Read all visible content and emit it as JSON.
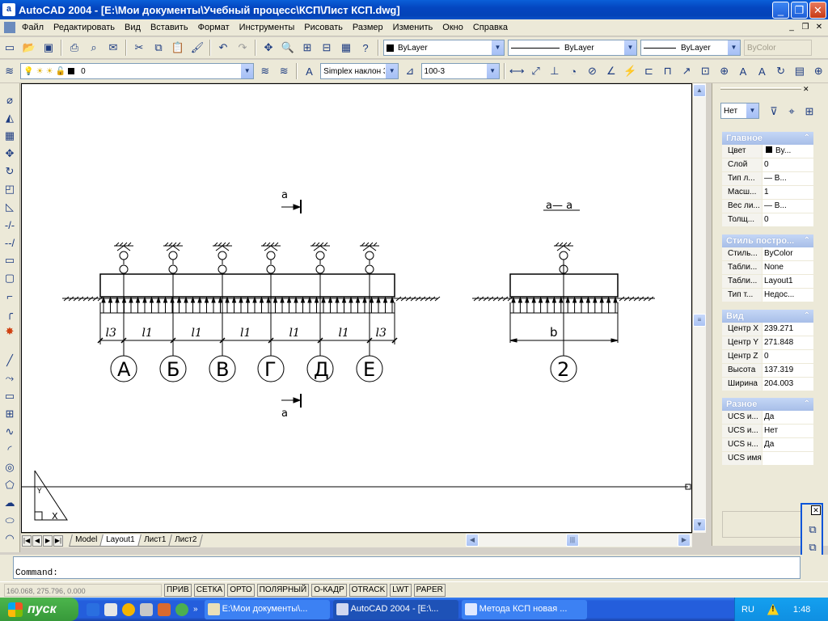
{
  "window": {
    "title": "AutoCAD 2004 - [E:\\Мои документы\\Учебный процесс\\КСП\\Лист КСП.dwg]",
    "app_icon": "a"
  },
  "menu": [
    "Файл",
    "Редактировать",
    "Вид",
    "Вставить",
    "Формат",
    "Инструменты",
    "Рисовать",
    "Размер",
    "Изменить",
    "Окно",
    "Справка"
  ],
  "standard_toolbar": {
    "color_combo": "ByLayer",
    "linetype_combo": "ByLayer",
    "lineweight_combo": "ByLayer",
    "plotstyle_combo": "ByColor"
  },
  "layers_toolbar": {
    "layer_combo": "0",
    "textstyle_combo": "Simplex наклон 3",
    "dimstyle_combo": "100-3"
  },
  "drawing": {
    "section_mark": "а",
    "section_mark_top": "а",
    "section_mark_bottom": "а",
    "section_label_right": "а— а",
    "dim_labels": [
      "l3",
      "l1",
      "l1",
      "l1",
      "l1",
      "l1",
      "l3"
    ],
    "dim_b": "b",
    "axes": [
      "А",
      "Б",
      "В",
      "Г",
      "Д",
      "Е"
    ],
    "axis_right": "2",
    "ucs_y": "Y",
    "ucs_x": "X"
  },
  "tabs": [
    "Model",
    "Layout1",
    "Лист1",
    "Лист2"
  ],
  "active_tab": "Layout1",
  "properties": {
    "selection": "Нет",
    "groups": [
      {
        "title": "Главное",
        "rows": [
          {
            "name": "Цвет",
            "value": "By..."
          },
          {
            "name": "Слой",
            "value": "0"
          },
          {
            "name": "Тип л...",
            "value": "— B..."
          },
          {
            "name": "Масш...",
            "value": "1"
          },
          {
            "name": "Вес ли...",
            "value": "— B..."
          },
          {
            "name": "Толщ...",
            "value": "0"
          }
        ]
      },
      {
        "title": "Стиль постро...",
        "rows": [
          {
            "name": "Стиль...",
            "value": "ByColor"
          },
          {
            "name": "Табли...",
            "value": "None"
          },
          {
            "name": "Табли...",
            "value": "Layout1"
          },
          {
            "name": "Тип т...",
            "value": "Недос..."
          }
        ]
      },
      {
        "title": "Вид",
        "rows": [
          {
            "name": "Центр X",
            "value": "239.271"
          },
          {
            "name": "Центр Y",
            "value": "271.848"
          },
          {
            "name": "Центр Z",
            "value": "0"
          },
          {
            "name": "Высота",
            "value": "137.319"
          },
          {
            "name": "Ширина",
            "value": "204.003"
          }
        ]
      },
      {
        "title": "Разное",
        "rows": [
          {
            "name": "UCS и...",
            "value": "Да"
          },
          {
            "name": "UCS и...",
            "value": "Нет"
          },
          {
            "name": "UCS н...",
            "value": "Да"
          },
          {
            "name": "UCS имя",
            "value": ""
          }
        ]
      }
    ]
  },
  "command": {
    "prompt": "Command:"
  },
  "status": {
    "coords": "160.068, 275.796, 0.000",
    "buttons": [
      "ПРИВ",
      "СЕТКА",
      "ОРТО",
      "ПОЛЯРНЫЙ",
      "О-КАДР",
      "OTRACK",
      "LWT",
      "PAPER"
    ]
  },
  "taskbar": {
    "start": "пуск",
    "items": [
      {
        "label": "E:\\Мои документы\\...",
        "active": false
      },
      {
        "label": "AutoCAD 2004 - [E:\\...",
        "active": true
      },
      {
        "label": "Метода КСП новая ...",
        "active": false
      }
    ],
    "lang": "RU",
    "time": "1:48"
  }
}
